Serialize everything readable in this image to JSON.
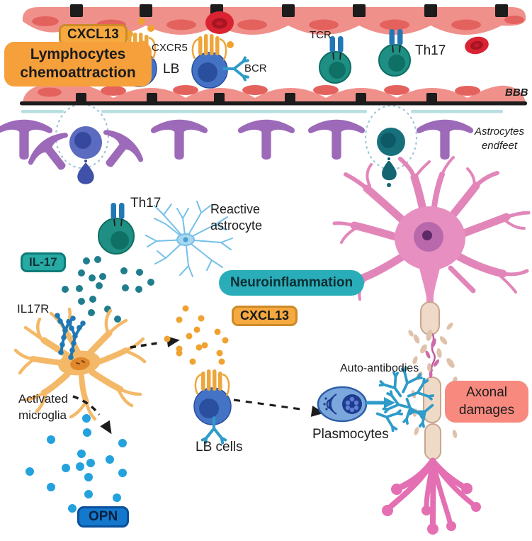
{
  "badges": {
    "cxcl13_top": "CXCL13",
    "lymphocytes_line1": "Lymphocytes",
    "lymphocytes_line2": "chemoattraction",
    "il17": "IL-17",
    "neuroinflammation": "Neuroinflammation",
    "cxcl13_mid": "CXCL13",
    "opn": "OPN",
    "axonal_line1": "Axonal",
    "axonal_line2": "damages"
  },
  "labels": {
    "cxcr5": "CXCR5",
    "lb": "LB",
    "bcr": "BCR",
    "tcr": "TCR",
    "th17_top": "Th17",
    "bbb": "BBB",
    "astrocytes_line1": "Astrocytes",
    "astrocytes_line2": "endfeet",
    "th17_mid": "Th17",
    "reactive_line1": "Reactive",
    "reactive_line2": "astrocyte",
    "il17r": "IL17R",
    "microglia_line1": "Activated",
    "microglia_line2": "microglia",
    "lb_cells": "LB cells",
    "plasmocytes": "Plasmocytes",
    "auto_antibodies": "Auto-antibodies"
  },
  "colors": {
    "endothelial": "#f0908a",
    "endothelial_nucleus": "#e4625e",
    "tight_junction": "#1c1c1c",
    "glycocalyx": "#b8dfe2",
    "astrocyte_endfoot": "#9c6ab8",
    "th17_cell": "#1f8f83",
    "lb_cell": "#4473c5",
    "cxcr5_receptor": "#eda63b",
    "antibody_blue": "#2e9bc9",
    "red_blood_cell": "#d92332",
    "orange_badge": "#f5a93f",
    "teal_badge": "#29adb9",
    "il17_dots": "#1f7d8e",
    "opn_badge": "#1478cc",
    "opn_dots": "#23a2dd",
    "microglia_orange": "#f4b968",
    "neuron_pink": "#e78fc1",
    "myelin": "#efd9c7",
    "axonal_badge": "#f8897f",
    "reactive_astrocyte": "#74c0e8",
    "plasmocyte": "#7ba7dd"
  }
}
